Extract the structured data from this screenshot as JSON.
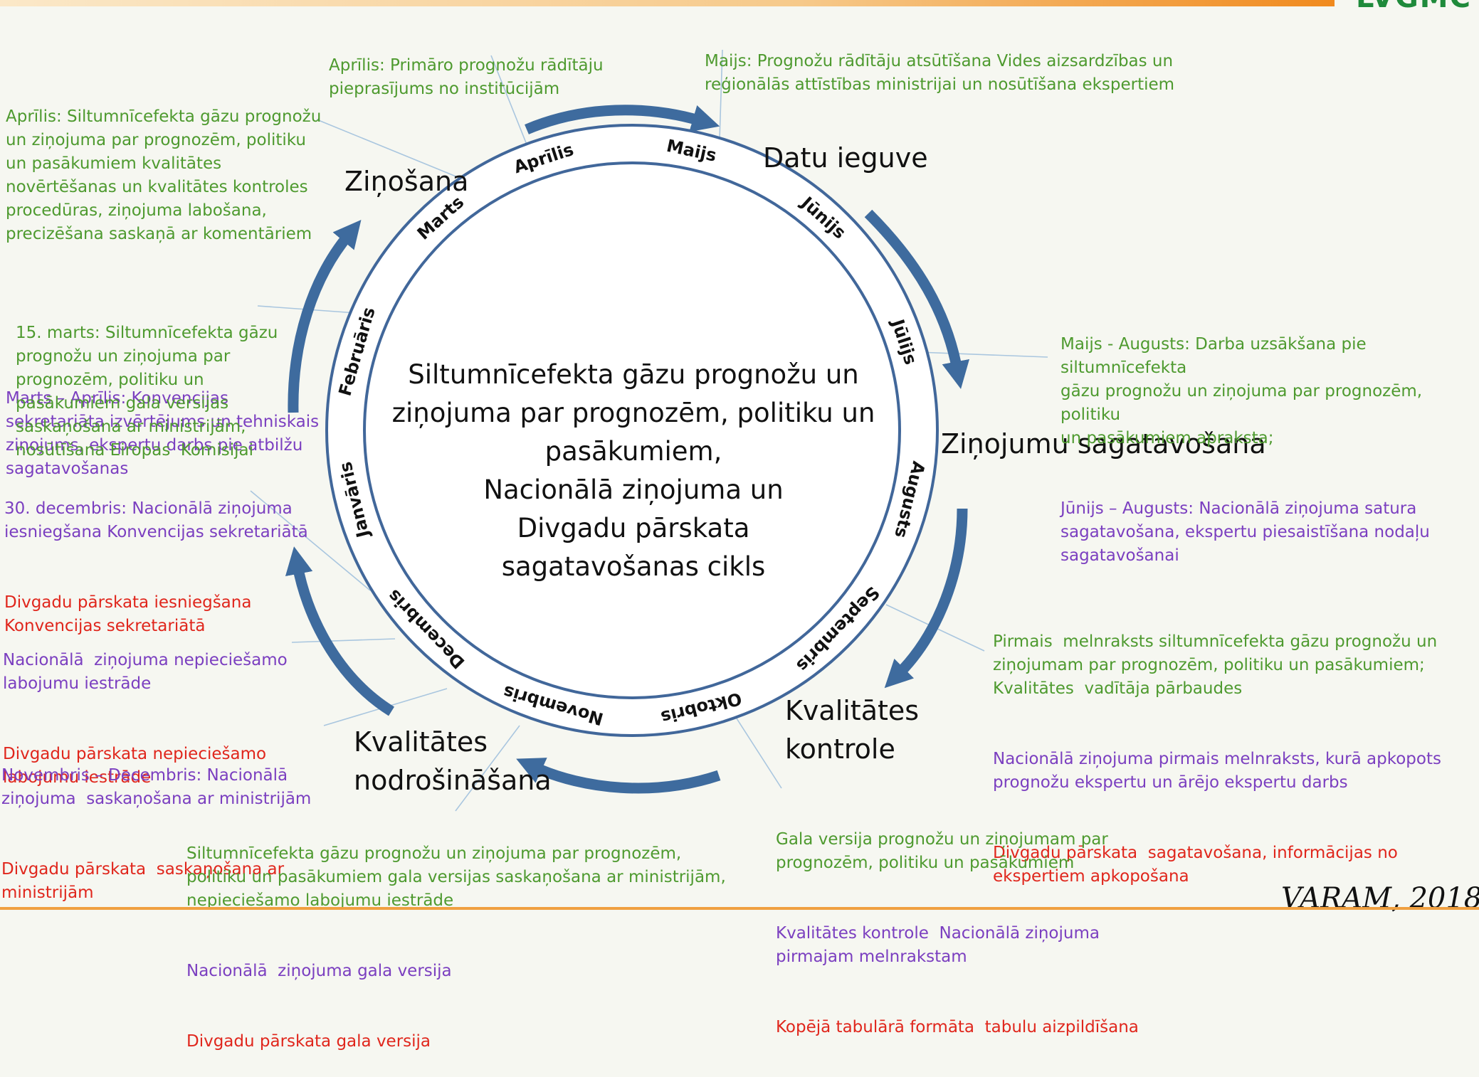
{
  "diagram": {
    "center_title_lines": [
      "Siltumnīcefekta gāzu prognožu un",
      "ziņojuma par prognozēm, politiku un",
      "pasākumiem,",
      "Nacionālā ziņojuma un",
      "Divgadu pārskata",
      "sagatavošanas cikls"
    ],
    "months": [
      "Aprīlis",
      "Maijs",
      "Jūnijs",
      "Jūlijs",
      "Augusts",
      "Septembris",
      "Oktobris",
      "Novembris",
      "Decembris",
      "Janvāris",
      "Februāris",
      "Marts"
    ],
    "stages": {
      "data": "Datu ieguve",
      "reports": "Ziņojumu sagatavošana",
      "qc_line1": "Kvalitātes",
      "qc_line2": "kontrole",
      "qa_line1": "Kvalitātes",
      "qa_line2": "nodrošināšana",
      "reporting": "Ziņošana"
    },
    "notes": {
      "top_mid": [
        "Aprīlis: Primāro prognožu rādītāju",
        "pieprasījums no institūcijām"
      ],
      "top_right": [
        "Maijs: Prognožu rādītāju atsūtīšana Vides aizsardzības un",
        "reģionālās attīstības ministrijai un nosūtīšana ekspertiem"
      ],
      "top_left_green": [
        "Aprīlis: Siltumnīcefekta gāzu prognožu",
        "un ziņojuma par prognozēm, politiku",
        "un pasākumiem kvalitātes",
        "novērtēšanas un kvalitātes kontroles",
        "procedūras, ziņojuma labošana,",
        "precizēšana saskaņā ar komentāriem"
      ],
      "top_left_purple": [
        "Marts – Aprīlis: Konvencijas",
        "sekretariāta izvērtējums un tehniskais",
        "ziņojums, ekspertu darbs pie atbilžu",
        "sagatavošanas"
      ],
      "left_march": [
        "15. marts: Siltumnīcefekta gāzu",
        "prognožu un ziņojuma par",
        "prognozēm, politiku un",
        "pasākumiem gala versijas",
        "saskaņošana ar ministrijām,",
        "nosūtīšana Eiropas  Komisijai"
      ],
      "left_dec_purple": [
        "30. decembris: Nacionālā ziņojuma",
        "iesniegšana Konvencijas sekretariātā"
      ],
      "left_dec_red": [
        "Divgadu pārskata iesniegšana",
        "Konvencijas sekretariātā"
      ],
      "left_fix_purple": [
        "Nacionālā  ziņojuma nepieciešamo",
        "labojumu iestrāde"
      ],
      "left_fix_red": [
        "Divgadu pārskata nepieciešamo",
        "labojumu iestrāde"
      ],
      "left_nov_purple": [
        "Novembris – Decembris: Nacionālā",
        "ziņojuma  saskaņošana ar ministrijām"
      ],
      "left_nov_red": [
        "Divgadu pārskata  saskaņošana ar",
        "ministrijām"
      ],
      "bottom_mid_green": [
        "Siltumnīcefekta gāzu prognožu un ziņojuma par prognozēm,",
        "politiku un pasākumiem gala versijas saskaņošana ar ministrijām,",
        "nepieciešamo labojumu iestrāde"
      ],
      "bottom_mid_purple": [
        "Nacionālā  ziņojuma gala versija"
      ],
      "bottom_mid_red": [
        "Divgadu pārskata gala versija"
      ],
      "right_may_green": [
        "Maijs - Augusts: Darba uzsākšana pie siltumnīcefekta",
        "gāzu prognožu un ziņojuma par prognozēm, politiku",
        "un pasākumiem apraksta;"
      ],
      "right_may_purple": [
        "Jūnijs – Augusts: Nacionālā ziņojuma satura",
        "sagatavošana, ekspertu piesaistīšana nodaļu",
        "sagatavošanai"
      ],
      "right_sep_green": [
        "Pirmais  melnraksts siltumnīcefekta gāzu prognožu un",
        "ziņojumam par prognozēm, politiku un pasākumiem;",
        "Kvalitātes  vadītāja pārbaudes"
      ],
      "right_sep_purple": [
        "Nacionālā ziņojuma pirmais melnraksts, kurā apkopots",
        "prognožu ekspertu un ārējo ekspertu darbs"
      ],
      "right_sep_red": [
        "Divgadu pārskata  sagatavošana, informācijas no",
        "ekspertiem apkopošana"
      ],
      "bottom_right_green": [
        "Gala versija prognožu un ziņojumam par",
        "prognozēm, politiku un pasākumiem"
      ],
      "bottom_right_purple": [
        "Kvalitātes kontrole  Nacionālā ziņojuma",
        "pirmajam melnrakstam"
      ],
      "bottom_right_red": [
        "Kopējā tabulārā formāta  tabulu aizpildīšana"
      ]
    },
    "credit": "VARAM, 2018",
    "colors": {
      "arrow": "#3e6b9e",
      "ring": "#41679a",
      "green": "#4e9a2f",
      "purple": "#7b3fc0",
      "red": "#e0261c"
    }
  }
}
